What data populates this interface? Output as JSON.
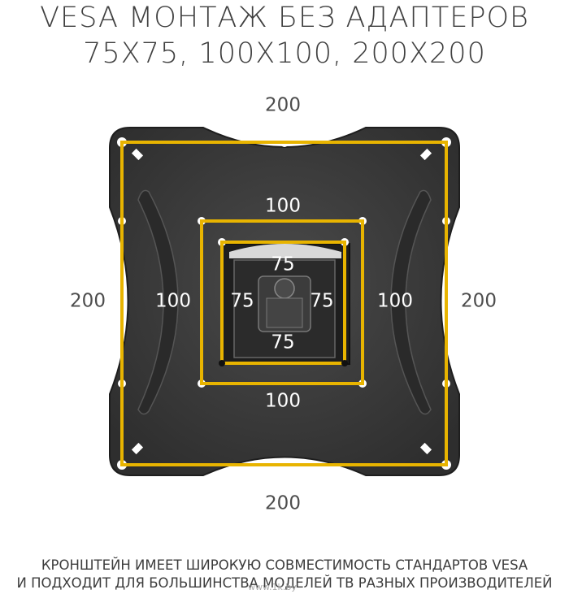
{
  "title": {
    "line1": "VESA МОНТАЖ БЕЗ АДАПТЕРОВ",
    "line2": "75X75, 100X100, 200X200"
  },
  "labels": {
    "top_200": "200",
    "bottom_200": "200",
    "left_200": "200",
    "right_200": "200",
    "top_100": "100",
    "bottom_100": "100",
    "left_100": "100",
    "right_100": "100",
    "top_75": "75",
    "bottom_75": "75",
    "left_75": "75",
    "right_75": "75"
  },
  "footer": {
    "line1": "КРОНШТЕЙН ИМЕЕТ ШИРОКУЮ СОВМЕСТИМОСТЬ СТАНДАРТОВ VESA",
    "line2": "И ПОДХОДИТ ДЛЯ БОЛЬШИНСТВА МОДЕЛЕЙ ТВ РАЗНЫХ ПРОИЗВОДИТЕЛЕЙ"
  },
  "watermark": "www.1k.by",
  "colors": {
    "background": "#ffffff",
    "plate": "#3a3a3a",
    "vesa_frame": "#e8b400",
    "text": "#4a4a4a"
  }
}
